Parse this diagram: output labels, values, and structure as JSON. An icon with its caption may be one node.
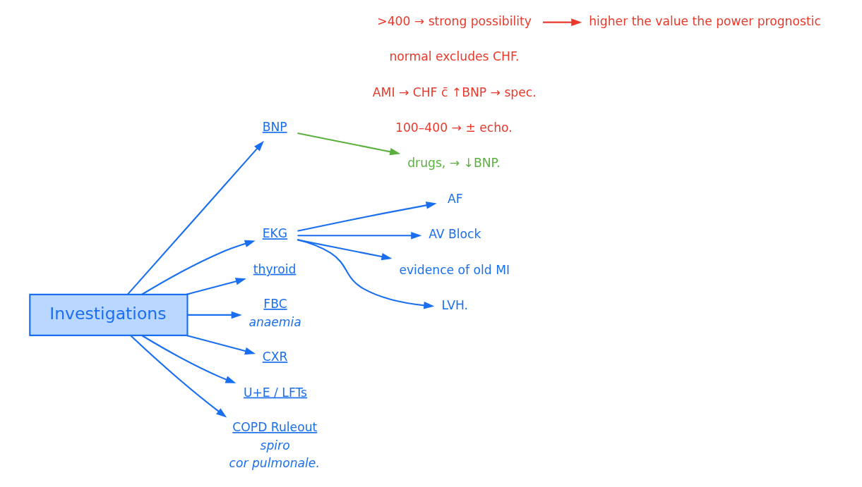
{
  "diagram": {
    "nodes": [
      {
        "text": [
          "Investigations"
        ]
      },
      {
        "text": [
          "BNP"
        ]
      },
      {
        "text": [
          "normal excludes CHF."
        ]
      },
      {
        "text": [
          ">400 → strong possibility"
        ]
      },
      {
        "text": [
          "AMI → CHF c̄ ↑BNP → spec."
        ]
      },
      {
        "text": [
          "100–400 → ± echo."
        ]
      },
      {
        "text": [
          "higher the value the power prognostic"
        ]
      },
      {
        "text": [
          "drugs, → ↓BNP."
        ]
      },
      {
        "text": [
          "EKG"
        ]
      },
      {
        "text": [
          "AF"
        ]
      },
      {
        "text": [
          "AV Block"
        ]
      },
      {
        "text": [
          "evidence of old MI"
        ]
      },
      {
        "text": [
          "LVH."
        ]
      },
      {
        "text": [
          "thyroid"
        ]
      },
      {
        "text": [
          "FBC"
        ],
        "beside": [
          "anaemia"
        ]
      },
      {
        "text": [
          "CXR"
        ]
      },
      {
        "text": [
          "U+E / LFTs"
        ]
      },
      {
        "text": [
          "COPD Ruleout"
        ],
        "beside": [
          "spiro",
          "cor pulmonale."
        ]
      }
    ],
    "edges": [
      {
        "from": 0,
        "to": 1,
        "arrow": "to"
      },
      {
        "from": 1,
        "to": 7,
        "arrow": "to",
        "color": "#5cb040"
      },
      {
        "from": 3,
        "to": 6,
        "arrow": "to",
        "color": "#e8392a"
      },
      {
        "from": 0,
        "to": 8,
        "arrow": "to"
      },
      {
        "from": 8,
        "to": 9,
        "arrow": "to"
      },
      {
        "from": 8,
        "to": 10,
        "arrow": "to"
      },
      {
        "from": 8,
        "to": 11,
        "arrow": "to"
      },
      {
        "from": 8,
        "to": 12,
        "arrow": "to"
      },
      {
        "from": 0,
        "to": 13,
        "arrow": "to"
      },
      {
        "from": 0,
        "to": 14,
        "arrow": "to"
      },
      {
        "from": 0,
        "to": 15,
        "arrow": "to"
      },
      {
        "from": 0,
        "to": 16,
        "arrow": "to"
      },
      {
        "from": 0,
        "to": 17,
        "arrow": "to"
      }
    ]
  }
}
